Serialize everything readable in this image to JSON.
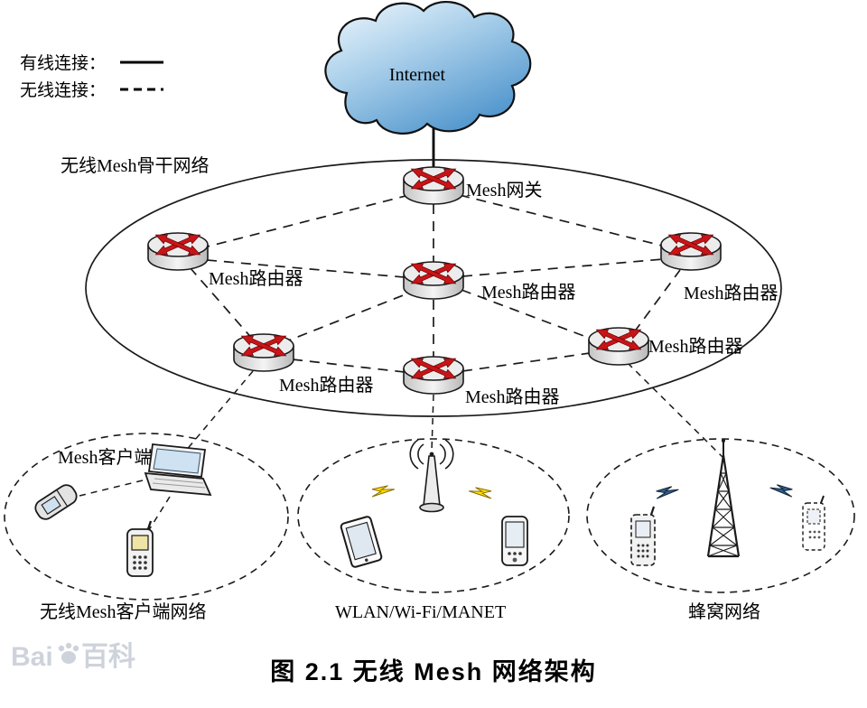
{
  "legend": {
    "wired": "有线连接：",
    "wireless": "无线连接："
  },
  "cloud": {
    "label": "Internet"
  },
  "backbone": {
    "label": "无线Mesh骨干网络",
    "nodes": [
      {
        "id": "gateway",
        "label": "Mesh网关"
      },
      {
        "id": "router-left",
        "label": "Mesh路由器"
      },
      {
        "id": "router-center",
        "label": "Mesh路由器"
      },
      {
        "id": "router-right",
        "label": "Mesh路由器"
      },
      {
        "id": "router-lower-left",
        "label": "Mesh路由器"
      },
      {
        "id": "router-lower-right",
        "label": "Mesh路由器"
      },
      {
        "id": "router-bottom",
        "label": "Mesh路由器"
      }
    ]
  },
  "subnets": [
    {
      "id": "mesh-client",
      "inner_label": "Mesh客户端",
      "label": "无线Mesh客户端网络"
    },
    {
      "id": "wlan",
      "label": "WLAN/Wi-Fi/MANET"
    },
    {
      "id": "cellular",
      "label": "蜂窝网络"
    }
  ],
  "caption": {
    "text": "图 2.1  无线 Mesh 网络架构"
  },
  "watermark": {
    "prefix": "Bai",
    "suffix": "百科"
  },
  "colors": {
    "cloud_blue": "#4e94cc",
    "arrow_red": "#c81418",
    "bolt_yellow": "#ffe000",
    "bolt_blue": "#2f5f8f"
  }
}
